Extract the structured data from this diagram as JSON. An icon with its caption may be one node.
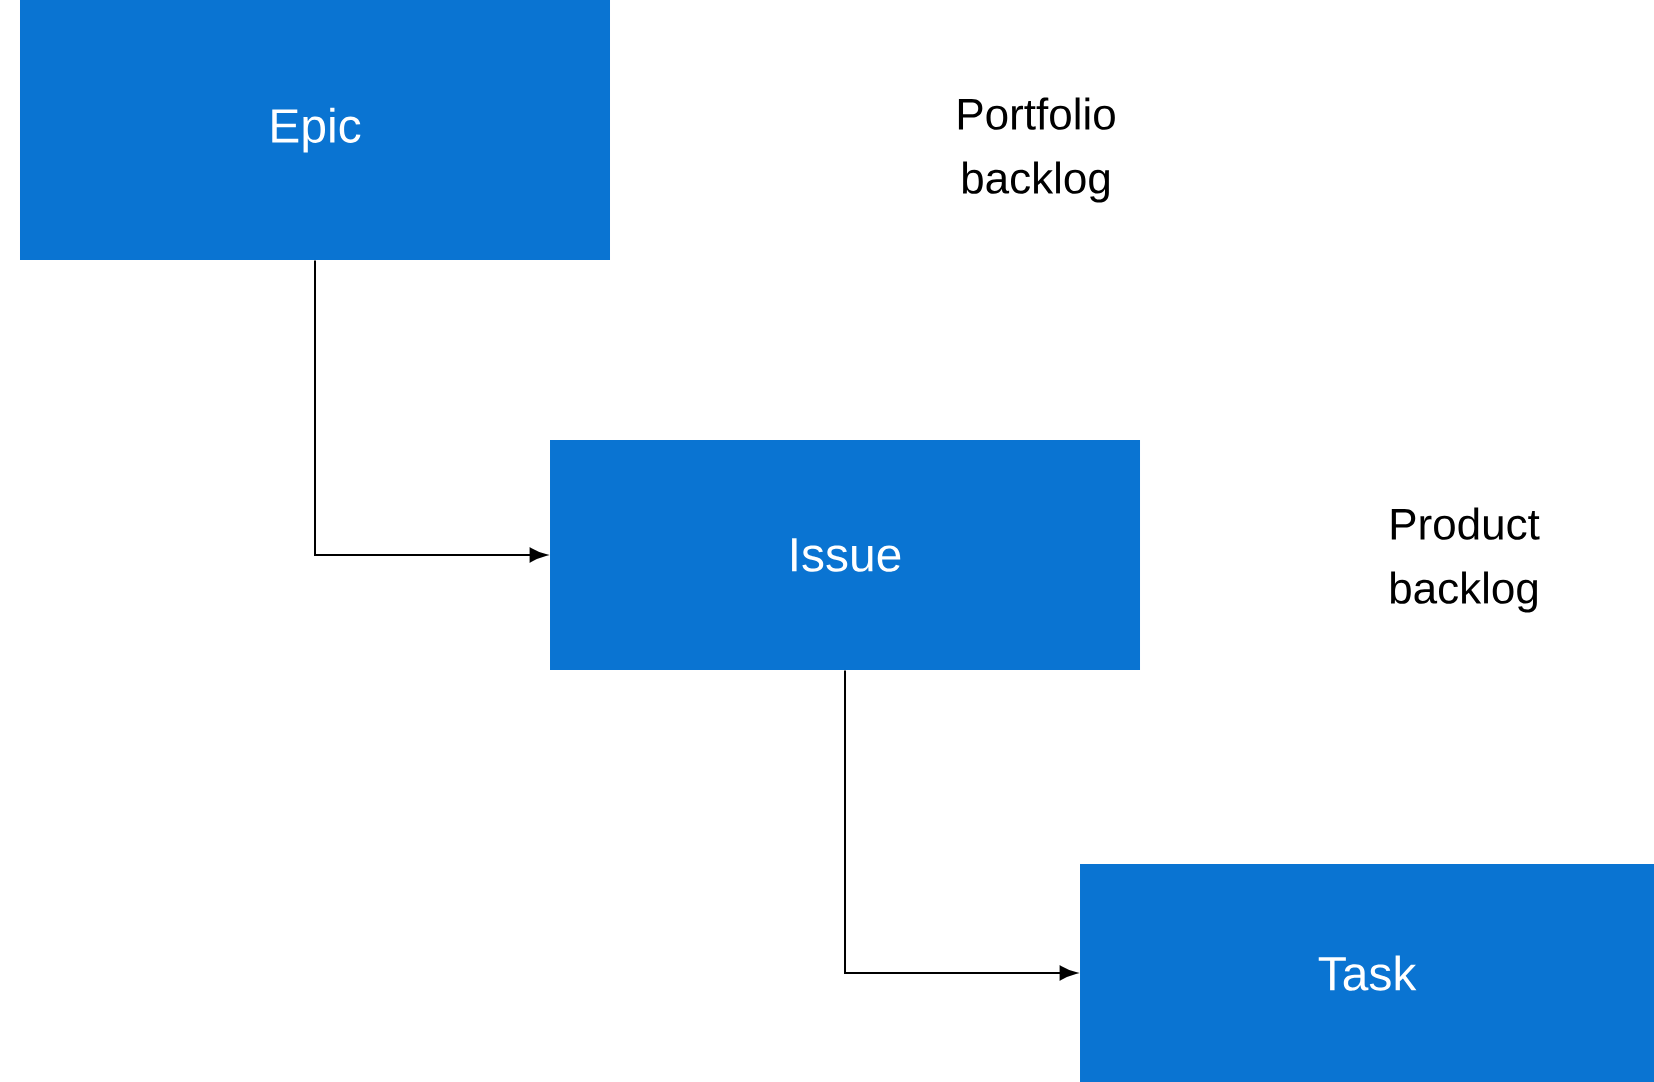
{
  "diagram": {
    "nodes": [
      {
        "text": [
          "Epic"
        ]
      },
      {
        "text": [
          "Issue"
        ]
      },
      {
        "text": [
          "Task"
        ]
      }
    ],
    "edges": [
      {
        "from": 0,
        "to": 1,
        "arrow": "to"
      },
      {
        "from": 1,
        "to": 2,
        "arrow": "to"
      }
    ],
    "labels": [
      "Portfolio backlog",
      "Product backlog"
    ]
  }
}
